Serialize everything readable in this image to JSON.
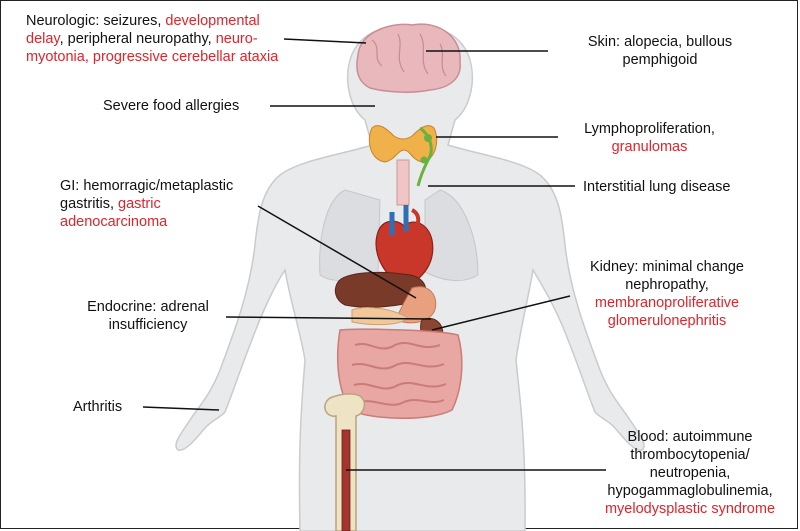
{
  "colors": {
    "red_text": "#e0242b",
    "black_text": "#111111",
    "line": "#111111"
  },
  "labels": {
    "neurologic": {
      "line1_black": "Neurologic: seizures, ",
      "line1_red": "developmental",
      "line2_red": "delay",
      "line2_black": ", peripheral neuropathy, ",
      "line2_red2": "neuro-",
      "line3_red": "myotonia, progressive cerebellar ataxia"
    },
    "skin": {
      "line1": "Skin: alopecia, bullous",
      "line2": "pemphigoid"
    },
    "food": {
      "text": "Severe food allergies"
    },
    "lympho": {
      "line1": "Lymphoproliferation,",
      "line2_red": "granulomas"
    },
    "lung": {
      "text": "Interstitial lung disease"
    },
    "gi": {
      "line1": "GI: hemorragic/metaplastic",
      "line2_black": "gastritis, ",
      "line2_red": "gastric adenocarcinoma"
    },
    "kidney": {
      "line1": "Kidney: minimal change",
      "line2": "nephropathy,",
      "line3_red": "membranoproliferative",
      "line4_red": "glomerulonephritis"
    },
    "endocrine": {
      "line1": "Endocrine: adrenal",
      "line2": "insufficiency"
    },
    "arthritis": {
      "text": "Arthritis"
    },
    "blood": {
      "line1": "Blood: autoimmune",
      "line2": "thrombocytopenia/",
      "line3": "neutropenia,",
      "line4": "hypogammaglobulinemia,",
      "line5_red": "myelodysplastic syndrome"
    }
  }
}
